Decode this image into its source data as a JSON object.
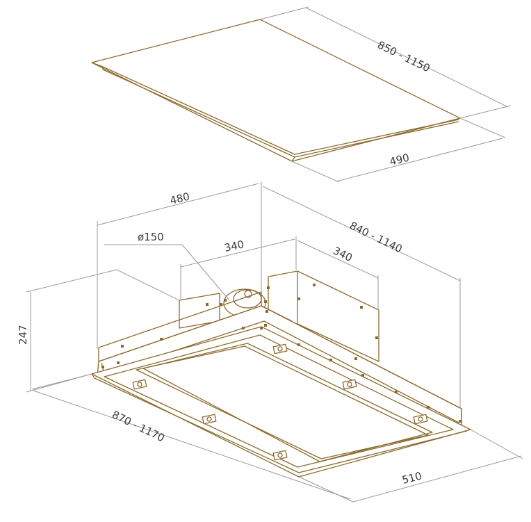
{
  "dimensions": {
    "panel_length": "850 - 1150",
    "panel_depth": "490",
    "frame_width": "480",
    "frame_length": "840 - 1140",
    "duct_diameter": "ø150",
    "motor_width": "340",
    "motor_depth": "340",
    "height": "247",
    "base_length": "870 - 1170",
    "base_depth": "510"
  },
  "colors": {
    "outline": "#8b6a2e",
    "dimension_line": "#9a9a9a",
    "text": "#3a3a3a"
  }
}
